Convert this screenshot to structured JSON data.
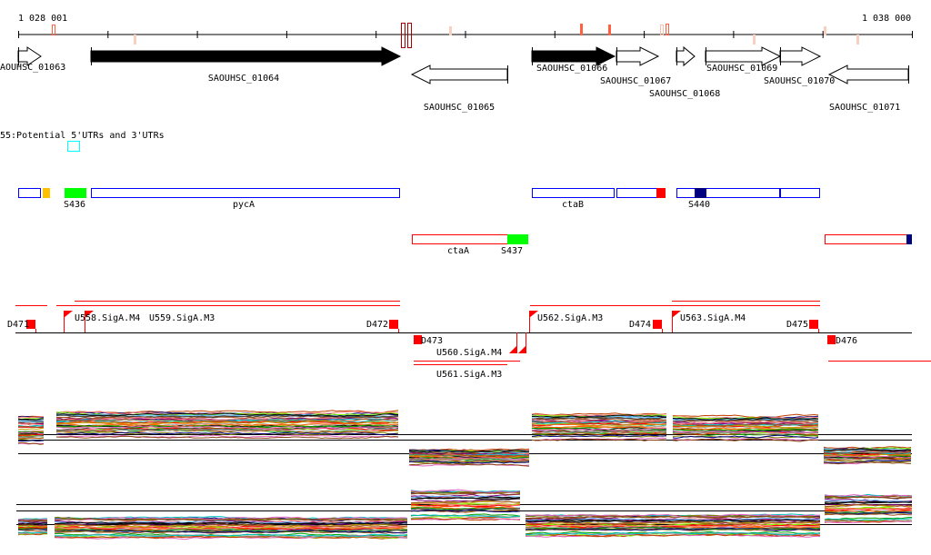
{
  "axis": {
    "start_label": "1 028 001",
    "end_label": "1 038 000"
  },
  "genes": [
    {
      "label": "AOUHSC_01063",
      "strand": "+",
      "filled": false
    },
    {
      "label": "SAOUHSC_01064",
      "strand": "+",
      "filled": true
    },
    {
      "label": "SAOUHSC_01065",
      "strand": "-",
      "filled": false
    },
    {
      "label": "SAOUHSC_01066",
      "strand": "+",
      "filled": true
    },
    {
      "label": "SAOUHSC_01067",
      "strand": "+",
      "filled": false
    },
    {
      "label": "SAOUHSC_01068",
      "strand": "+",
      "filled": false
    },
    {
      "label": "SAOUHSC_01069",
      "strand": "+",
      "filled": false
    },
    {
      "label": "SAOUHSC_01070",
      "strand": "+",
      "filled": false
    },
    {
      "label": "SAOUHSC_01071",
      "strand": "-",
      "filled": false
    }
  ],
  "track_title": "55:Potential 5'UTRs and 3'UTRs",
  "features": {
    "labels": [
      "S436",
      "pycA",
      "ctaB",
      "S440",
      "ctaA",
      "S437"
    ]
  },
  "promoters": {
    "labels": [
      "D471",
      "U558.SigA.M4",
      "U559.SigA.M3",
      "D472",
      "D473",
      "U560.SigA.M4",
      "U561.SigA.M3",
      "U562.SigA.M3",
      "D474",
      "U563.SigA.M4",
      "D475",
      "D476"
    ]
  },
  "colors": {
    "forward": "#0000ff",
    "reverse": "#ff0000",
    "promoter": "#ff0000",
    "srna": "#00ff00",
    "cyan": "#00ffff"
  }
}
